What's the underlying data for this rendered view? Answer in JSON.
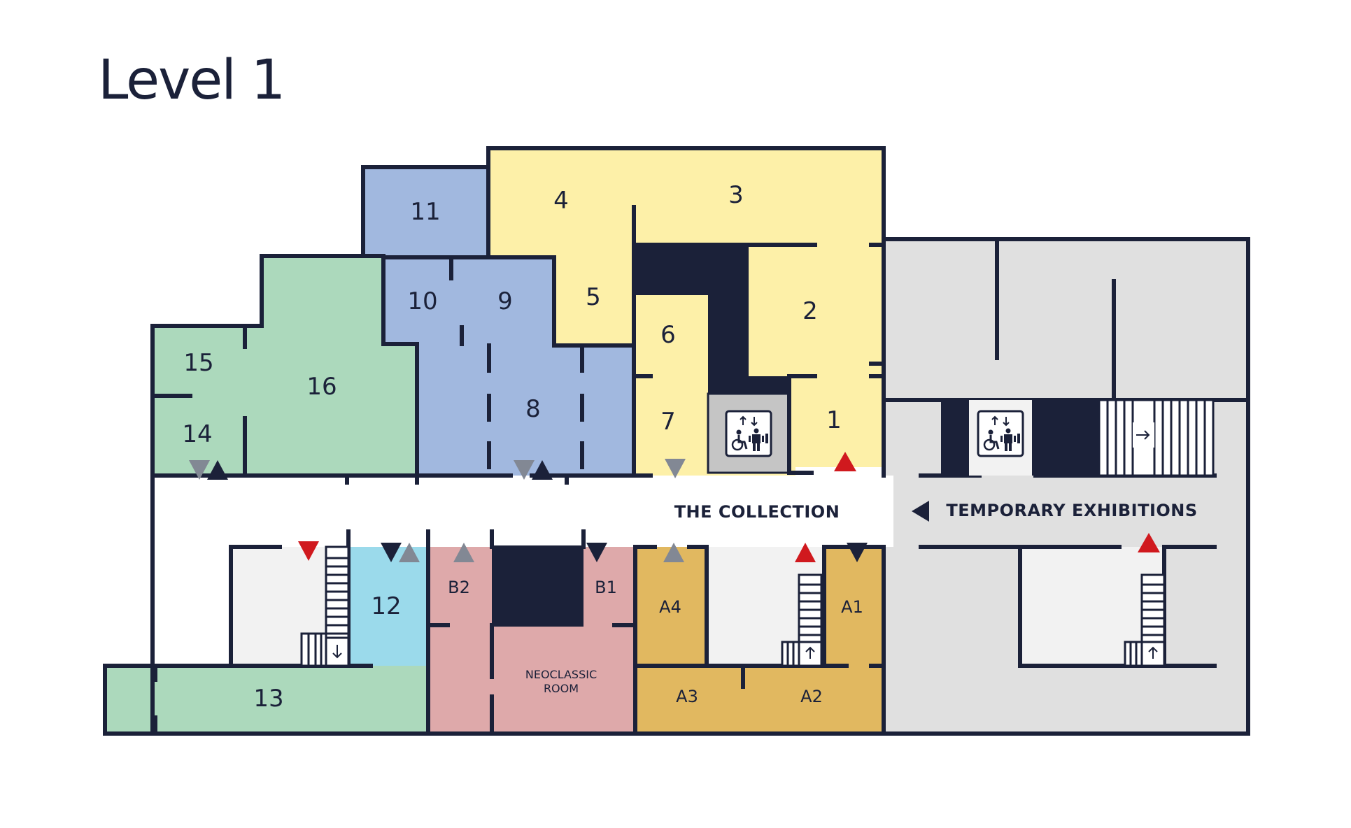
{
  "title": "Level 1",
  "colors": {
    "ink": "#1b2139",
    "blue_rooms": "#a1b8df",
    "yellow_rooms": "#fdf0a8",
    "green_rooms": "#acd9bc",
    "light_blue_room": "#9bdaeb",
    "pink_rooms": "#dea9aa",
    "gold_rooms": "#e1b860",
    "temporary_area": "#e0e0e0",
    "service_area": "#f2f2f2",
    "arrow_red": "#d0191e",
    "arrow_grey": "#828894",
    "arrow_dark": "#1b2139"
  },
  "areas": {
    "collection": "THE COLLECTION",
    "temporary": "TEMPORARY EXHIBITIONS"
  },
  "rooms": {
    "r1": "1",
    "r2": "2",
    "r3": "3",
    "r4": "4",
    "r5": "5",
    "r6": "6",
    "r7": "7",
    "r8": "8",
    "r9": "9",
    "r10": "10",
    "r11": "11",
    "r12": "12",
    "r13": "13",
    "r14": "14",
    "r15": "15",
    "r16": "16",
    "a1": "A1",
    "a2": "A2",
    "a3": "A3",
    "a4": "A4",
    "b1": "B1",
    "b2": "B2",
    "neoclassic_line1": "NEOCLASSIC",
    "neoclassic_line2": "ROOM"
  },
  "icons": {
    "elevator": "accessible-elevator-icon",
    "stairs": "stairs-icon",
    "direction": "direction-arrow-icon"
  }
}
